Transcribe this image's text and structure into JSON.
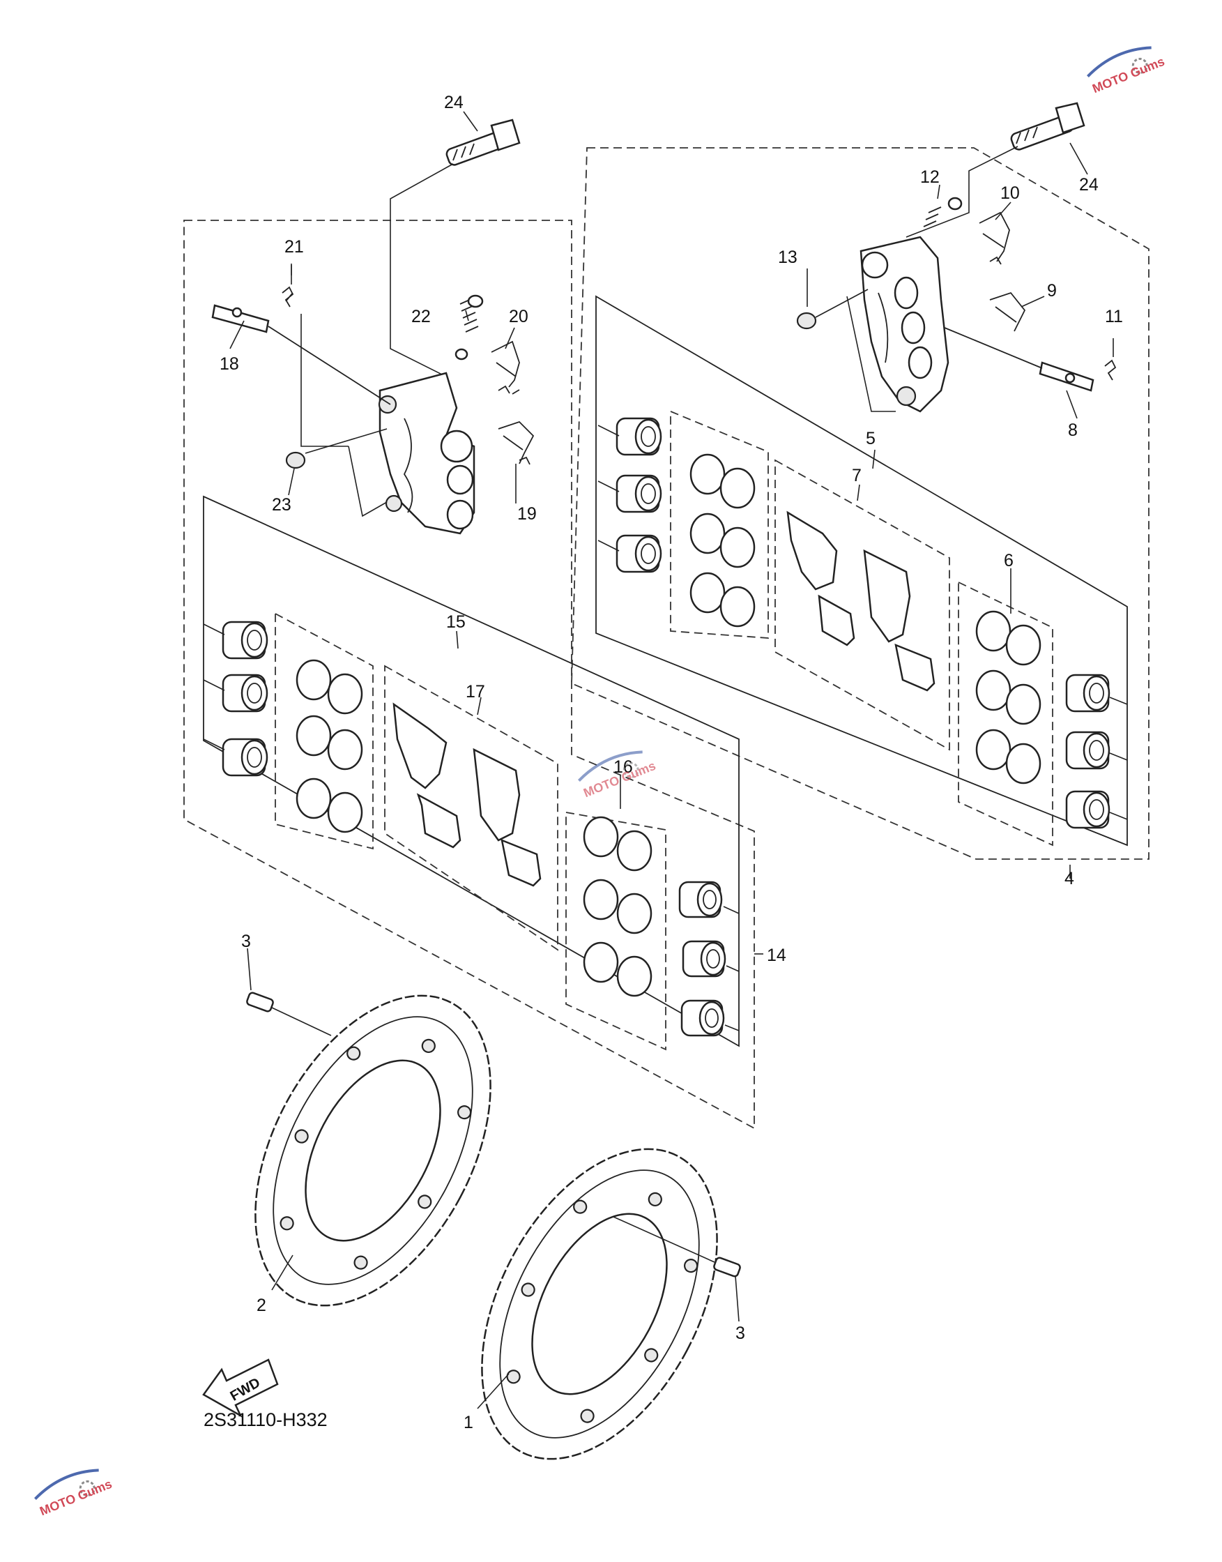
{
  "diagram": {
    "drawing_code": "2S31110-H332",
    "fwd_label": "FWD",
    "callouts": [
      "1",
      "2",
      "3",
      "3",
      "4",
      "5",
      "6",
      "7",
      "8",
      "9",
      "10",
      "11",
      "12",
      "13",
      "14",
      "15",
      "16",
      "17",
      "18",
      "19",
      "20",
      "21",
      "22",
      "23",
      "24",
      "24"
    ]
  },
  "watermark": {
    "logo_text": "MOTO Gums",
    "accent_color": "#c92a3a",
    "blue_color": "#2f4fa0"
  }
}
